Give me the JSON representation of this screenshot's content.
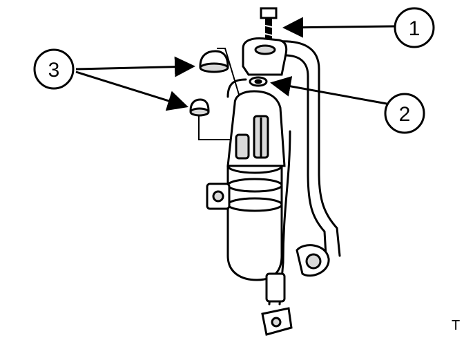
{
  "callouts": [
    {
      "id": "1",
      "label": "1"
    },
    {
      "id": "2",
      "label": "2"
    },
    {
      "id": "3",
      "label": "3"
    }
  ],
  "corner_mark": "T",
  "colors": {
    "ink": "#000000",
    "paper": "#ffffff",
    "shade": "#d9d9d9"
  }
}
